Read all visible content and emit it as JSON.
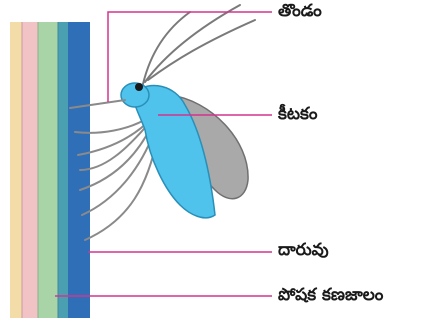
{
  "labels": {
    "proboscis": "తొండం",
    "insect": "కీటకం",
    "xylem": "దారువు",
    "phloem": "పోషక కణజాలం"
  },
  "colors": {
    "leader_line": "#d6338f",
    "phloem_tissue": "#2f6fb8",
    "insect_body": "#4fc3ec",
    "wing": "#9a9a9a"
  }
}
